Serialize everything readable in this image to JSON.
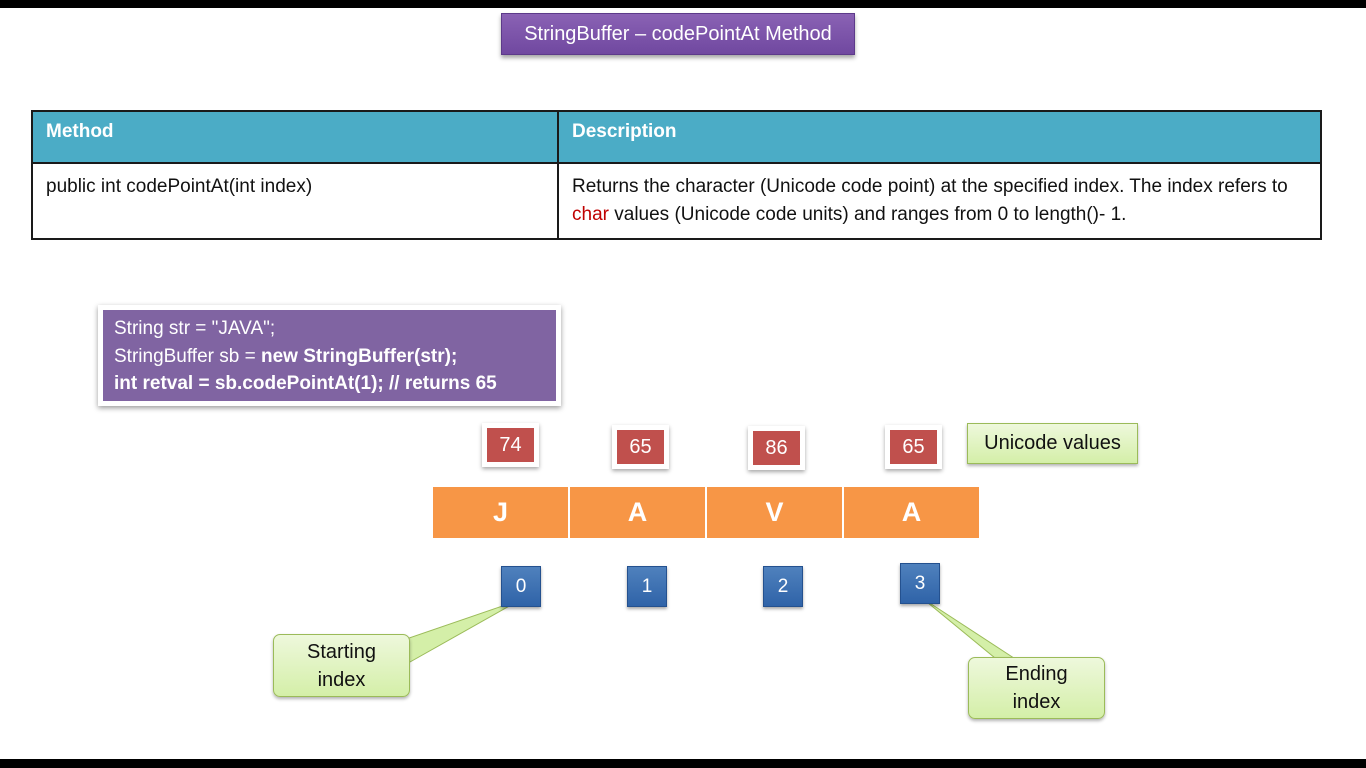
{
  "title": "StringBuffer – codePointAt Method",
  "table": {
    "headers": [
      "Method",
      "Description"
    ],
    "row": {
      "method": "public int codePointAt(int index)",
      "desc_part1": "Returns the character (Unicode code point) at the specified index. The index refers to ",
      "desc_keyword": "char",
      "desc_part2": " values (Unicode code units) and ranges from 0 to length()- 1."
    }
  },
  "code": {
    "line1": "String str = \"JAVA\";",
    "line2_plain": "StringBuffer sb = ",
    "line2_bold": "new StringBuffer(str);",
    "line3": "int retval = sb.codePointAt(1); // returns 65"
  },
  "unicode_values": [
    "74",
    "65",
    "86",
    "65"
  ],
  "unicode_label": "Unicode values",
  "chars": [
    "J",
    "A",
    "V",
    "A"
  ],
  "indices": [
    "0",
    "1",
    "2",
    "3"
  ],
  "callouts": {
    "start_line1": "Starting",
    "start_line2": "index",
    "end_line1": "Ending",
    "end_line2": "index"
  },
  "colors": {
    "title_bg": "#7048a0",
    "header_bg": "#4bacc6",
    "code_bg": "#8064a2",
    "unicode_box": "#c0504d",
    "char_cell": "#f79646",
    "index_box": "#2f63a8",
    "callout_bg": "#d4efa8",
    "keyword": "#c00000"
  }
}
